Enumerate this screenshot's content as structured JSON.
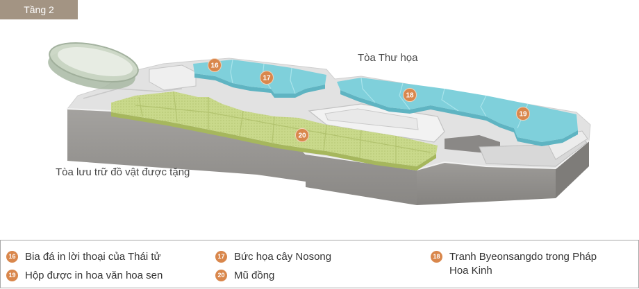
{
  "floor_tab": {
    "label": "Tầng 2"
  },
  "buildings": {
    "calligraphy_hall": {
      "name": "Tòa Thư họa"
    },
    "donation_hall": {
      "name": "Tòa lưu trữ đồ vật được tặng"
    }
  },
  "markers": [
    {
      "number": "16"
    },
    {
      "number": "17"
    },
    {
      "number": "18"
    },
    {
      "number": "19"
    },
    {
      "number": "20"
    }
  ],
  "legend": {
    "items": [
      {
        "number": "16",
        "label": "Bia đá in lời thoại của Thái tử"
      },
      {
        "number": "17",
        "label": "Bức họa cây Nosong"
      },
      {
        "number": "18",
        "label": "Tranh Byeonsangdo trong Pháp Hoa Kinh"
      },
      {
        "number": "19",
        "label": "Hộp được in hoa văn hoa sen"
      },
      {
        "number": "20",
        "label": "Mũ đồng"
      }
    ]
  },
  "colors": {
    "tab_background": "#a39483",
    "marker": "#d9874c",
    "calligraphy_hall": "#7fd0db",
    "donation_hall": "#c9d98b"
  }
}
